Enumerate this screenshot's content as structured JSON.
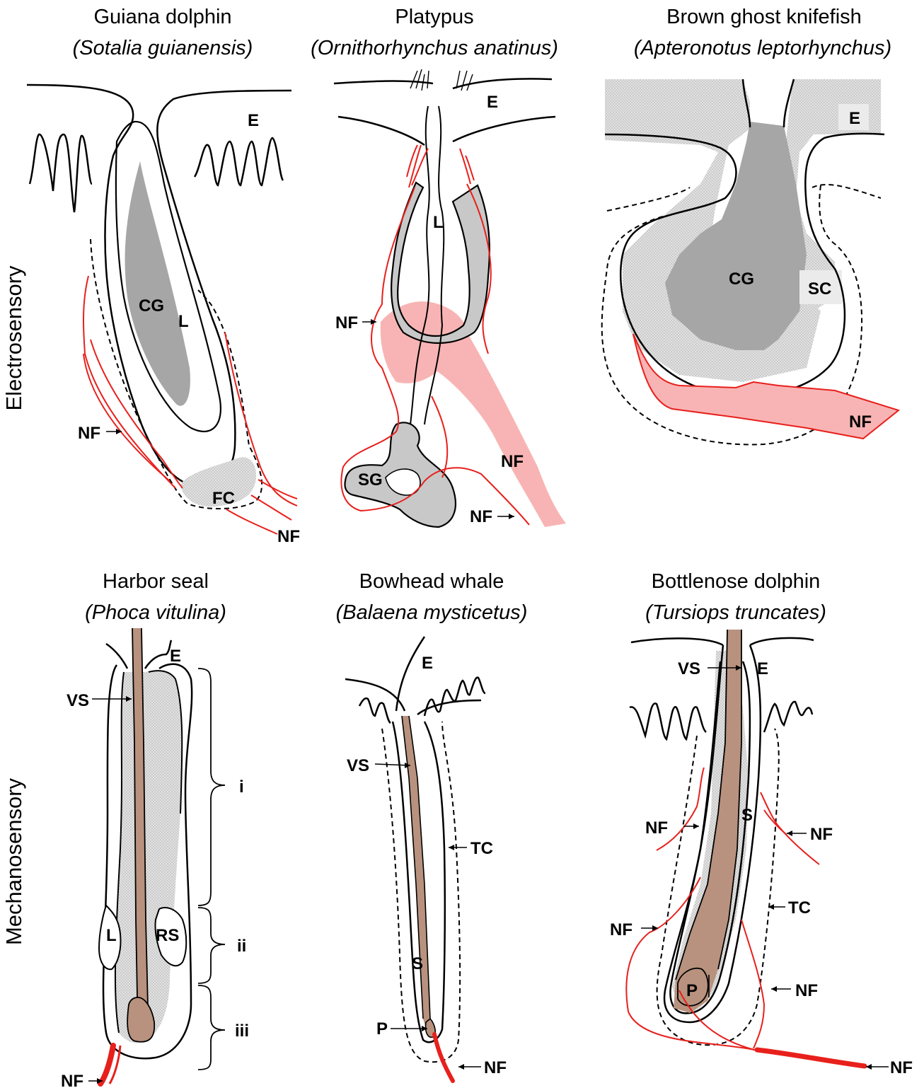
{
  "row_labels": {
    "top": "Electrosensory",
    "bottom": "Mechanosensory"
  },
  "panels": [
    {
      "common": "Guiana dolphin",
      "latin": "(Sotalia guianensis)",
      "labels": {
        "e": "E",
        "cg": "CG",
        "l": "L",
        "nf1": "NF",
        "fc": "FC",
        "nf2": "NF"
      }
    },
    {
      "common": "Platypus",
      "latin": "(Ornithorhynchus anatinus)",
      "labels": {
        "e": "E",
        "l": "L",
        "nf1": "NF",
        "sg": "SG",
        "nf2": "NF",
        "nf3": "NF"
      }
    },
    {
      "common": "Brown ghost knifefish",
      "latin": "(Apteronotus leptorhynchus)",
      "labels": {
        "e": "E",
        "cg": "CG",
        "sc": "SC",
        "nf": "NF"
      }
    },
    {
      "common": "Harbor seal",
      "latin": "(Phoca vitulina)",
      "labels": {
        "e": "E",
        "vs": "VS",
        "i": "i",
        "l": "L",
        "rs": "RS",
        "ii": "ii",
        "iii": "iii",
        "nf": "NF"
      }
    },
    {
      "common": "Bowhead whale",
      "latin": "(Balaena mysticetus)",
      "labels": {
        "e": "E",
        "vs": "VS",
        "tc": "TC",
        "s": "S",
        "p": "P",
        "nf": "NF"
      }
    },
    {
      "common": "Bottlenose dolphin",
      "latin": "(Tursiops truncates)",
      "labels": {
        "vs": "VS",
        "e": "E",
        "nf1": "NF",
        "s": "S",
        "nf2": "NF",
        "nf3": "NF",
        "tc": "TC",
        "nf4": "NF",
        "p": "P",
        "nf5": "NF"
      }
    }
  ],
  "colors": {
    "nerve": "#e8201c",
    "nerve_fill": "#f8b4b4",
    "gray_dark": "#a6a6a6",
    "gray_light": "#d9d9d9",
    "shaft": "#b8927e"
  }
}
